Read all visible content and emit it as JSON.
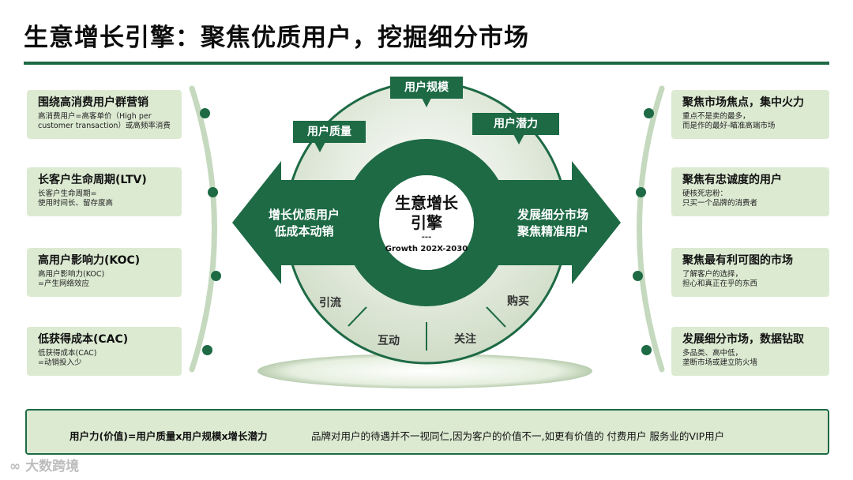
{
  "title": "生意增长引擎：聚焦优质用户，挖掘细分市场",
  "left_cards": [
    {
      "title": "围绕高消费用户群营销",
      "desc": "高消费用户=高客单价（High per\ncustomer transaction）或高频率消费"
    },
    {
      "title": "长客户生命周期(LTV)",
      "desc": "长客户生命周期=\n使用时间长、留存度高"
    },
    {
      "title": "高用户影响力(KOC)",
      "desc": "高用户影响力(KOC)\n=产生网络效应"
    },
    {
      "title": "低获得成本(CAC)",
      "desc": "低获得成本(CAC)\n=动销投入少"
    }
  ],
  "right_cards": [
    {
      "title": "聚焦市场焦点，集中火力",
      "desc": "重点不是卖的最多，\n而是作的最好-瞄准高端市场"
    },
    {
      "title": "聚焦有忠诚度的用户",
      "desc": "硬核死忠粉：\n只买一个品牌的消费者"
    },
    {
      "title": "聚焦最有利可图的市场",
      "desc": "了解客户的选择，\n担心和真正在乎的东西"
    },
    {
      "title": "发展细分市场，数据钻取",
      "desc": "多品类、高中低，\n垄断市场或建立防火墙"
    }
  ],
  "tabs": {
    "scale": "用户规模",
    "quality": "用户质量",
    "potential": "用户潜力"
  },
  "center": {
    "line1": "生意增长",
    "line2": "引擎",
    "dash": "---",
    "sub": "Growth 202X-2030"
  },
  "left_arrow_text": "增长优质用户\n低成本动销",
  "right_arrow_text": "发展细分市场\n聚焦精准用户",
  "segments": {
    "s1": "引流",
    "s2": "互动",
    "s3": "关注",
    "s4": "购买"
  },
  "footer": {
    "bold": "用户力(价值)=用户质量x用户规模x增长潜力",
    "text": "品牌对用户的待遇并不一视同仁,因为客户的价值不一,如更有价值的 付费用户 服务业的VIP用户"
  },
  "watermark": "大数跨境",
  "colors": {
    "primary": "#1d6a45",
    "card_bg": "#dcead2"
  }
}
